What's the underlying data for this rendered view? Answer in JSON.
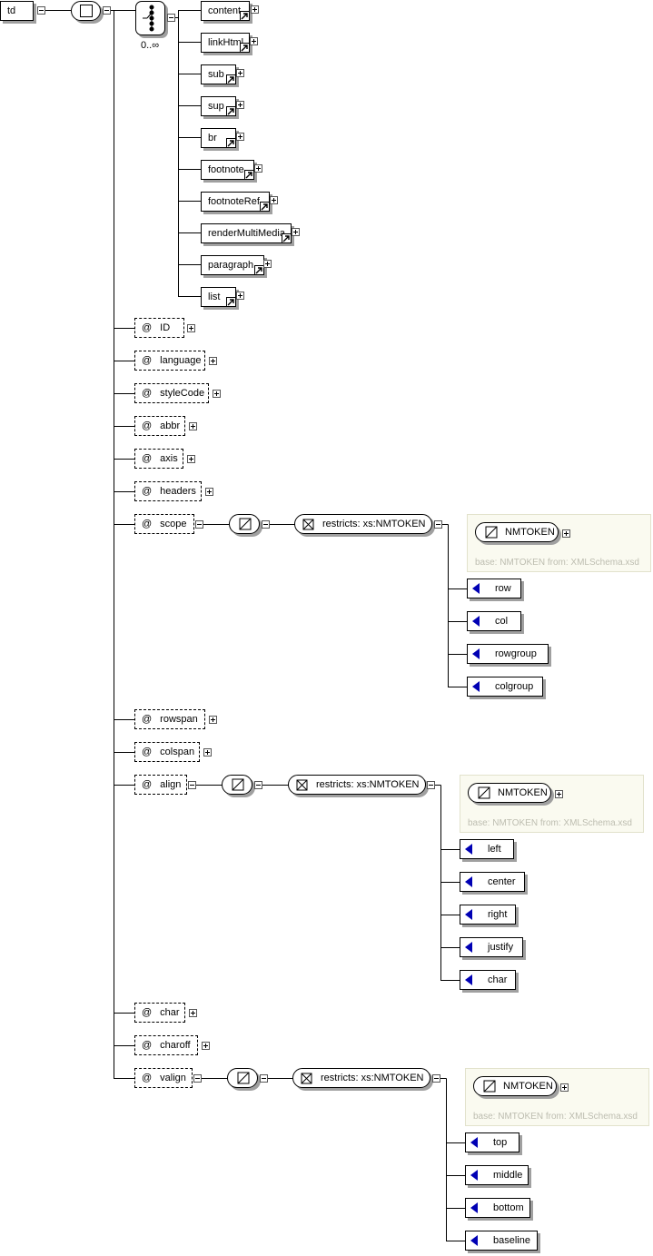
{
  "root": {
    "label": "td"
  },
  "sequence": {
    "occurrence": "0..∞"
  },
  "children": [
    {
      "label": "content"
    },
    {
      "label": "linkHtml"
    },
    {
      "label": "sub"
    },
    {
      "label": "sup"
    },
    {
      "label": "br"
    },
    {
      "label": "footnote"
    },
    {
      "label": "footnoteRef"
    },
    {
      "label": "renderMultiMedia"
    },
    {
      "label": "paragraph"
    },
    {
      "label": "list"
    }
  ],
  "attribute_symbol": "@",
  "attributes": [
    {
      "label": "ID"
    },
    {
      "label": "language"
    },
    {
      "label": "styleCode"
    },
    {
      "label": "abbr"
    },
    {
      "label": "axis"
    },
    {
      "label": "headers"
    },
    {
      "label": "scope"
    },
    {
      "label": "rowspan"
    },
    {
      "label": "colspan"
    },
    {
      "label": "align"
    },
    {
      "label": "char"
    },
    {
      "label": "charoff"
    },
    {
      "label": "valign"
    }
  ],
  "restriction_label": "restricts: xs:NMTOKEN",
  "base_type_label": "NMTOKEN",
  "base_info": "base: NMTOKEN from: XMLSchema.xsd",
  "enumerations": {
    "scope": [
      "row",
      "col",
      "rowgroup",
      "colgroup"
    ],
    "align": [
      "left",
      "center",
      "right",
      "justify",
      "char"
    ],
    "valign": [
      "top",
      "middle",
      "bottom",
      "baseline"
    ]
  },
  "colors": {
    "line": "#000000",
    "shadow": "#a0a0a0",
    "enum_marker": "#0000b4",
    "panel_bg": "#fafaf0",
    "panel_text": "#bdbdb0"
  }
}
